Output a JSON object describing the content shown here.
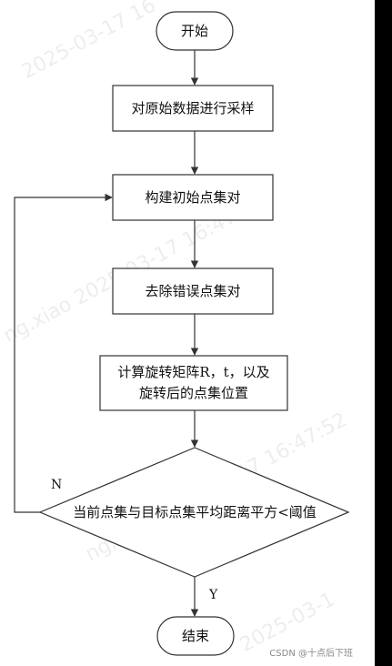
{
  "nodes": {
    "start": "开始",
    "sample": "对原始数据进行采样",
    "build": "构建初始点集对",
    "remove": "去除错误点集对",
    "compute_line1": "计算旋转矩阵R，t，以及",
    "compute_line2": "旋转后的点集位置",
    "decision": "当前点集与目标点集平均距离平方<阈值",
    "end": "结束"
  },
  "labels": {
    "no": "N",
    "yes": "Y"
  },
  "watermark": {
    "line1": "2025-03-17 16",
    "line2": "ng.xiao 2025-03-17 16:47:52",
    "line3": "ng.xiao 2025-03-17 16:47:52",
    "line4": "2025-03-1"
  },
  "footer": {
    "credit": "CSDN @十点后下班"
  },
  "colors": {
    "stroke": "#333333",
    "fill": "#ffffff",
    "background": "#000000"
  }
}
